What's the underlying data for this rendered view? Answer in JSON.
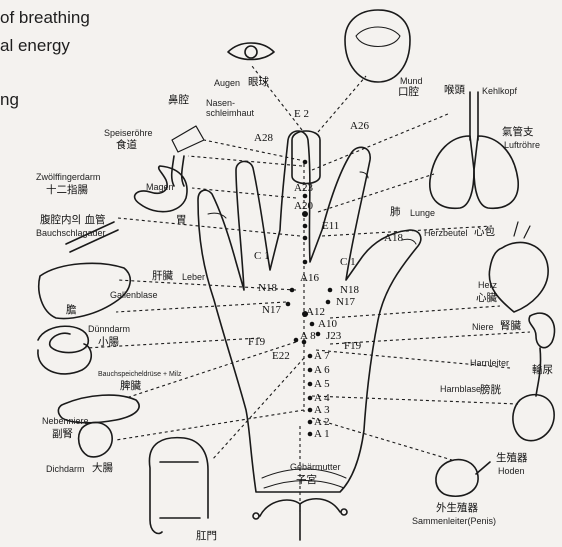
{
  "intro": {
    "line1": "of breathing",
    "line2": "al energy",
    "line3": "ng"
  },
  "organs": {
    "augen": {
      "de": "Augen",
      "cn": "眼球"
    },
    "mund": {
      "de": "Mund",
      "cn": "口腔"
    },
    "nase": {
      "de_line1": "Nasen-",
      "de_line2": "schleimhaut",
      "cn": "鼻腔"
    },
    "kehlkopf": {
      "de": "Kehlkopf",
      "cn": "喉頭"
    },
    "luftroehre": {
      "de": "Luftröhre",
      "cn": "氣管支"
    },
    "speiseroehre": {
      "de": "Speiseröhre",
      "cn": "食道"
    },
    "zwoelffinger": {
      "de": "Zwölffingerdarm",
      "cn": "十二指腸"
    },
    "magen": {
      "de": "Magen",
      "cn": "胃"
    },
    "lunge": {
      "de": "Lunge",
      "cn": "肺"
    },
    "bauchschlagader": {
      "de": "Bauchschlagader",
      "cn": "腹腔内의 血管"
    },
    "herzbeutel": {
      "de": "Herzbeutel",
      "cn": "心包"
    },
    "leber": {
      "de": "Leber",
      "cn": "肝臟"
    },
    "gallenblase": {
      "de": "Gallenblase",
      "cn": "膽"
    },
    "herz": {
      "de": "Herz",
      "cn": "心臟"
    },
    "duenndarm": {
      "de": "Dünndarm",
      "cn": "小腸"
    },
    "niere": {
      "de": "Niere",
      "cn": "腎臟"
    },
    "milz": {
      "de": "Bauchspeicheldrüse + Milz",
      "cn": "脾臟"
    },
    "harnleiter": {
      "de": "Harnleiter",
      "cn": "輸尿"
    },
    "harnblase": {
      "de": "Harnblase",
      "cn": "膀胱"
    },
    "nebenniere": {
      "de": "Nebenniere",
      "cn": "副腎"
    },
    "dichdarm": {
      "de": "Dichdarm",
      "cn": "大腸"
    },
    "gebaermutter": {
      "de": "Gebärmutter",
      "cn": "子宮"
    },
    "hoden": {
      "de": "Hoden",
      "cn": "生殖器"
    },
    "genital": {
      "de": "Sammenleiter(Penis)",
      "cn": "外生殖器"
    },
    "anus": {
      "cn": "肛門"
    }
  },
  "points": {
    "e2": "E 2",
    "a26": "A26",
    "a28": "A28",
    "a23": "A23",
    "a20": "A20",
    "e11": "E11",
    "a18": "A18",
    "c1_left": "C 1",
    "c1_right": "C 1",
    "a16": "A16",
    "n18_left": "N18",
    "n18_right": "N18",
    "n17_right": "N17",
    "n17_left": "N17",
    "a12": "A12",
    "a10": "A10",
    "a8": "A 8",
    "j23": "J23",
    "f19_left": "F19",
    "f19_right": "F19",
    "e22": "E22",
    "a7": "A 7",
    "a6": "A 6",
    "a5": "A 5",
    "a4": "A 4",
    "a3": "A 3",
    "a2": "A 2",
    "a1": "A 1"
  },
  "colors": {
    "ink": "#1a1a1a",
    "paper": "#f4f2ef"
  }
}
